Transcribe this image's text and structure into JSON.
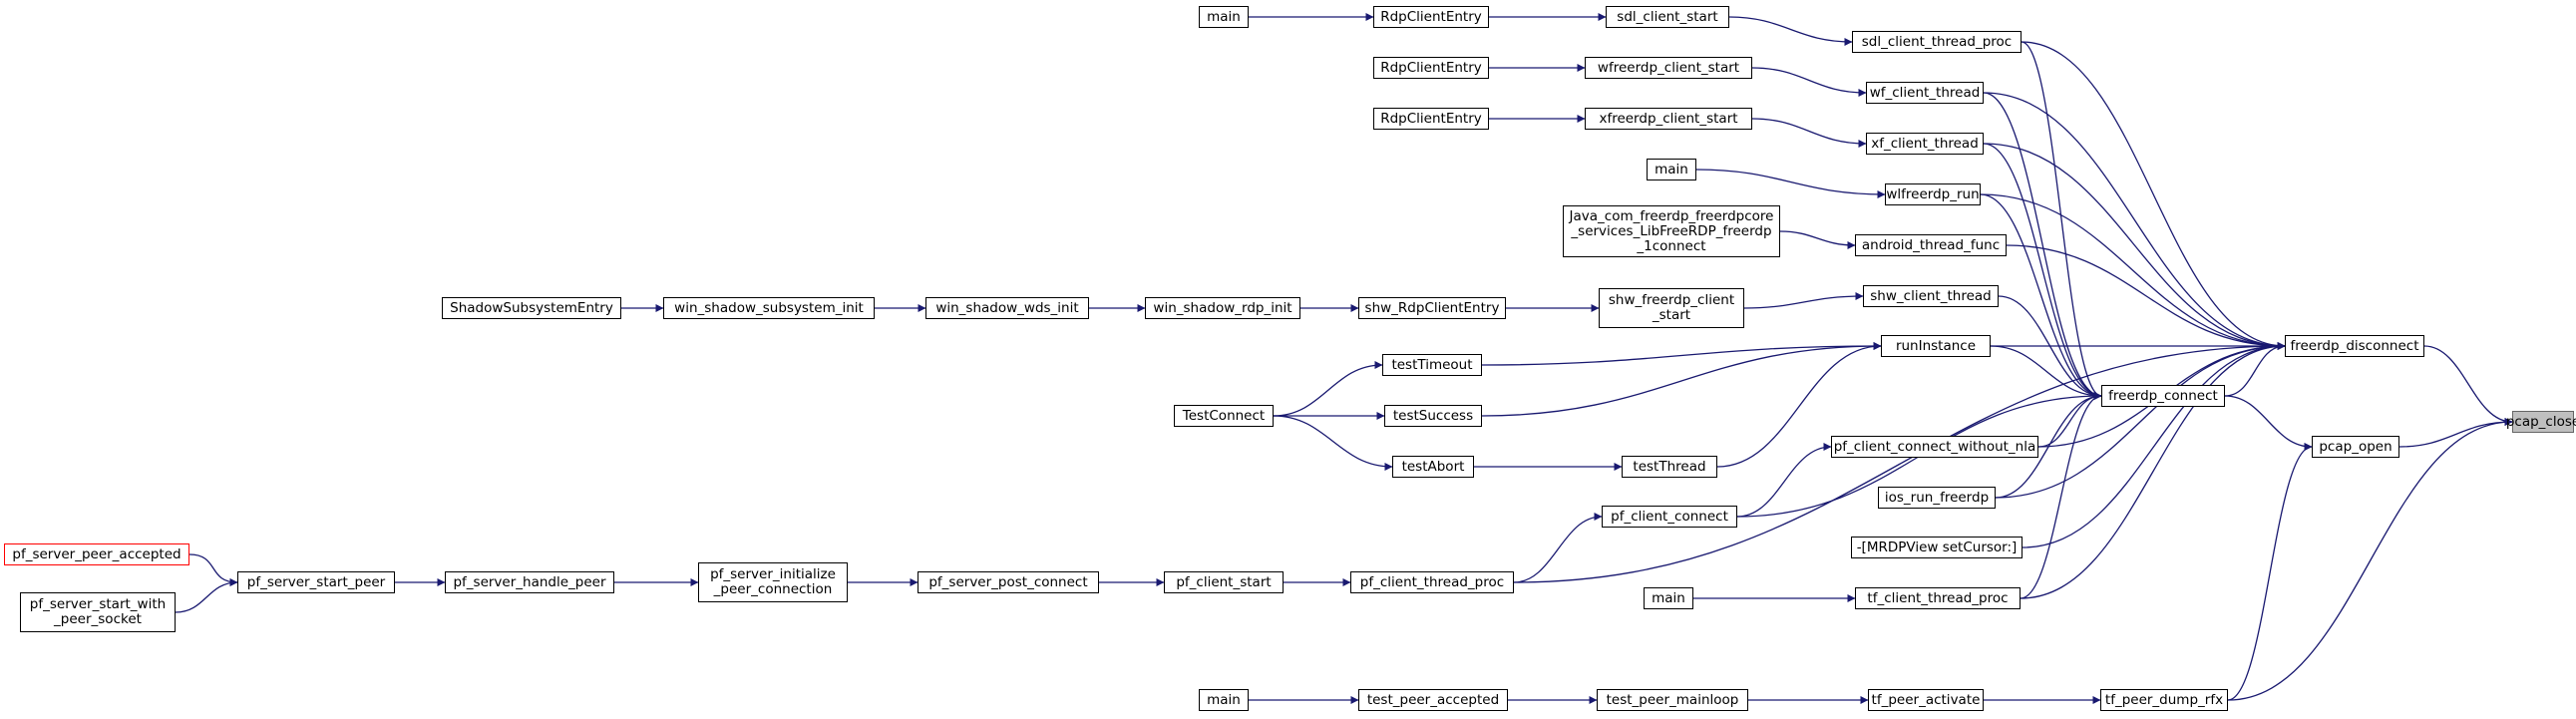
{
  "graph": {
    "edge_color": "#191970",
    "current_fill": "#bfbfbf",
    "current_border": "#666666",
    "node_border": "#000000",
    "highlight_border": "#ff0000",
    "nodes": {
      "pcap_close": "pcap_close",
      "freerdp_disconnect": "freerdp_disconnect",
      "freerdp_connect": "freerdp_connect",
      "pcap_open": "pcap_open",
      "tf_peer_dump_rfx": "tf_peer_dump_rfx",
      "sdl_client_thread_proc": "sdl_client_thread_proc",
      "wf_client_thread": "wf_client_thread",
      "xf_client_thread": "xf_client_thread",
      "wlfreerdp_run": "wlfreerdp_run",
      "android_thread_func": "android_thread_func",
      "shw_client_thread": "shw_client_thread",
      "runInstance": "runInstance",
      "pf_client_connect_without_nla": "pf_client_connect_without_nla",
      "ios_run_freerdp": "ios_run_freerdp",
      "mrdpview_setcursor": "-[MRDPView setCursor:]",
      "tf_client_thread_proc": "tf_client_thread_proc",
      "tf_peer_activate": "tf_peer_activate",
      "sdl_client_start": "sdl_client_start",
      "rdpclient_entry_1": "RdpClientEntry",
      "main_1": "main",
      "wfreerdp_client_start": "wfreerdp_client_start",
      "rdpclient_entry_2": "RdpClientEntry",
      "xfreerdp_client_start": "xfreerdp_client_start",
      "rdpclient_entry_3": "RdpClientEntry",
      "main_2": "main",
      "java_connect": "Java_com_freerdp_freerdpcore\n_services_LibFreeRDP_freerdp\n_1connect",
      "shw_freerdp_client_start": "shw_freerdp_client\n_start",
      "shw_rdpclient_entry": "shw_RdpClientEntry",
      "win_shadow_rdp_init": "win_shadow_rdp_init",
      "win_shadow_wds_init": "win_shadow_wds_init",
      "win_shadow_subsystem_init": "win_shadow_subsystem_init",
      "shadow_subsystem_entry": "ShadowSubsystemEntry",
      "test_timeout": "testTimeout",
      "test_success": "testSuccess",
      "test_thread": "testThread",
      "test_abort": "testAbort",
      "test_connect": "TestConnect",
      "pf_client_connect": "pf_client_connect",
      "pf_client_thread_proc": "pf_client_thread_proc",
      "pf_client_start": "pf_client_start",
      "pf_server_post_connect": "pf_server_post_connect",
      "pf_server_initialize_peer_connection": "pf_server_initialize\n_peer_connection",
      "pf_server_handle_peer": "pf_server_handle_peer",
      "pf_server_start_peer": "pf_server_start_peer",
      "pf_server_peer_accepted": "pf_server_peer_accepted",
      "pf_server_start_with_peer_socket": "pf_server_start_with\n_peer_socket",
      "main_3": "main",
      "test_peer_mainloop": "test_peer_mainloop",
      "test_peer_accepted": "test_peer_accepted",
      "main_4": "main"
    }
  }
}
